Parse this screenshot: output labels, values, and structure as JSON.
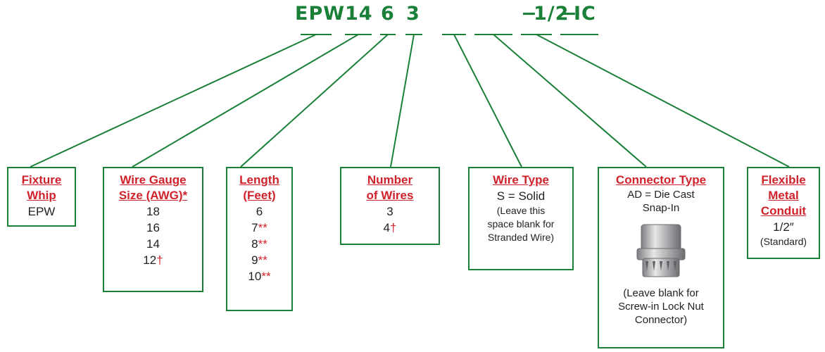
{
  "colors": {
    "accent": "#1a7f37",
    "title": "#d0222b",
    "text": "#222222"
  },
  "code": {
    "epw": "EPW",
    "gauge": "14",
    "length": "6",
    "wires": "3",
    "dash1": "−",
    "half": "1/2",
    "dash2": "−",
    "ic": "IC"
  },
  "boxes": {
    "fixture": {
      "title1": "Fixture",
      "title2": "Whip",
      "value": "EPW"
    },
    "gauge": {
      "title1": "Wire Gauge",
      "title2": "Size (AWG)*",
      "values": [
        "18",
        "16",
        "14",
        "12"
      ],
      "marks": [
        "",
        "",
        "",
        "†"
      ]
    },
    "length": {
      "title1": "Length",
      "title2": "(Feet)",
      "values": [
        "6",
        "7",
        "8",
        "9",
        "10"
      ],
      "marks": [
        "",
        "**",
        "**",
        "**",
        "**"
      ]
    },
    "wires": {
      "title1": "Number",
      "title2": "of Wires",
      "values": [
        "3",
        "4"
      ],
      "marks": [
        "",
        "†"
      ]
    },
    "wiretype": {
      "title": "Wire Type",
      "value": "S = Solid",
      "note1": "(Leave this",
      "note2": "space blank for",
      "note3": "Stranded Wire)"
    },
    "connector": {
      "title": "Connector Type",
      "value1": "AD = Die Cast",
      "value2": "Snap-In",
      "note1": "(Leave blank for",
      "note2": "Screw-in Lock Nut",
      "note3": "Connector)"
    },
    "conduit": {
      "title1": "Flexible",
      "title2": "Metal",
      "title3": "Conduit",
      "value": "1/2″",
      "note": "(Standard)"
    }
  }
}
